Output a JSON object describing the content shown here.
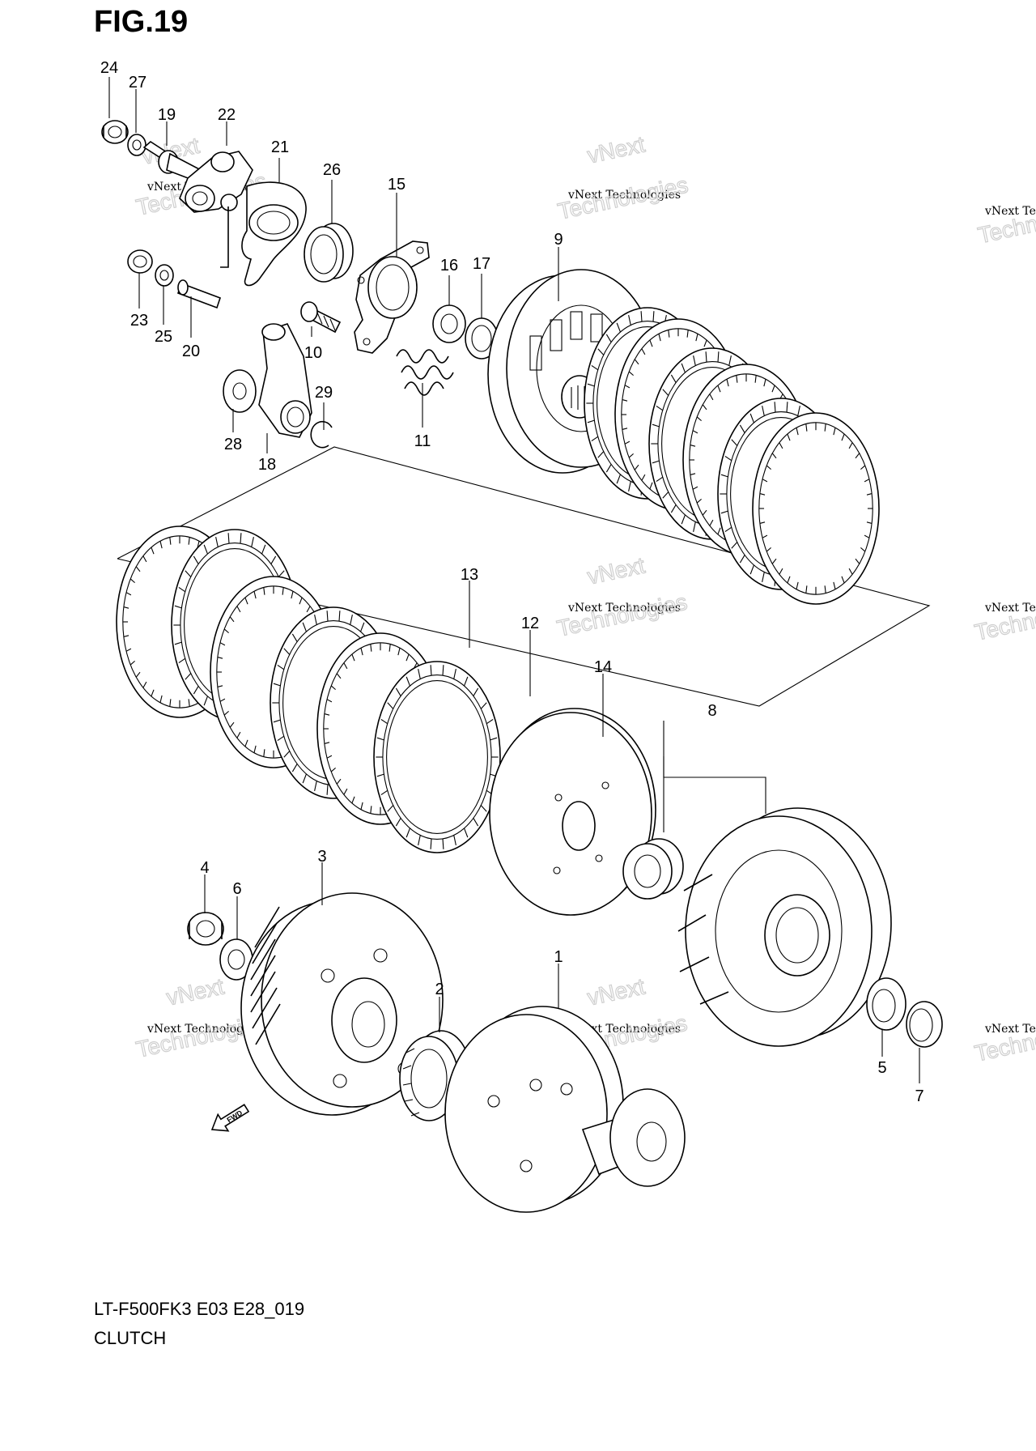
{
  "figure": {
    "title": "FIG.19",
    "model_code": "LT-F500FK3 E03 E28_019",
    "name": "CLUTCH",
    "fwd_marker": "FWD"
  },
  "watermark": {
    "brand": "vNext",
    "company": "vNext Technologies",
    "word": "Technologies"
  },
  "parts": [
    "1",
    "2",
    "3",
    "4",
    "5",
    "6",
    "7",
    "8",
    "9",
    "10",
    "11",
    "12",
    "13",
    "14",
    "15",
    "16",
    "17",
    "18",
    "19",
    "20",
    "21",
    "22",
    "23",
    "24",
    "25",
    "26",
    "27",
    "28",
    "29"
  ]
}
